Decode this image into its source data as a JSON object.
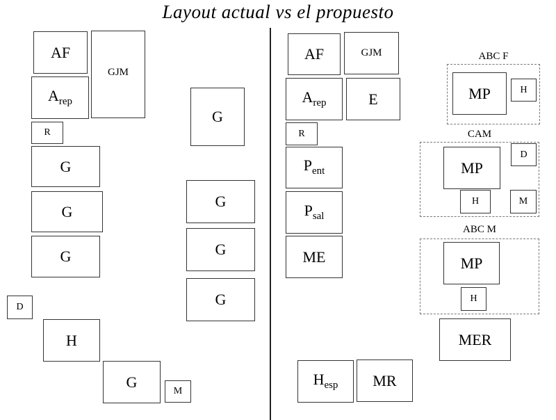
{
  "title": "Layout actual vs el propuesto",
  "left": {
    "af": "AF",
    "gjm": "GJM",
    "arep_main": "A",
    "arep_sub": "rep",
    "r": "R",
    "g": "G",
    "d": "D",
    "h": "H",
    "m": "M"
  },
  "right": {
    "af": "AF",
    "gjm": "GJM",
    "arep_main": "A",
    "arep_sub": "rep",
    "e": "E",
    "r": "R",
    "pent_main": "P",
    "pent_sub": "ent",
    "psal_main": "P",
    "psal_sub": "sal",
    "me": "ME",
    "hesp_main": "H",
    "hesp_sub": "esp",
    "mr": "MR",
    "mer": "MER",
    "groups": {
      "abcf": {
        "label": "ABC F",
        "mp": "MP",
        "h": "H"
      },
      "cam": {
        "label": "CAM",
        "mp": "MP",
        "d": "D",
        "h": "H",
        "m": "M"
      },
      "abcm": {
        "label": "ABC M",
        "mp": "MP",
        "h": "H"
      }
    }
  }
}
